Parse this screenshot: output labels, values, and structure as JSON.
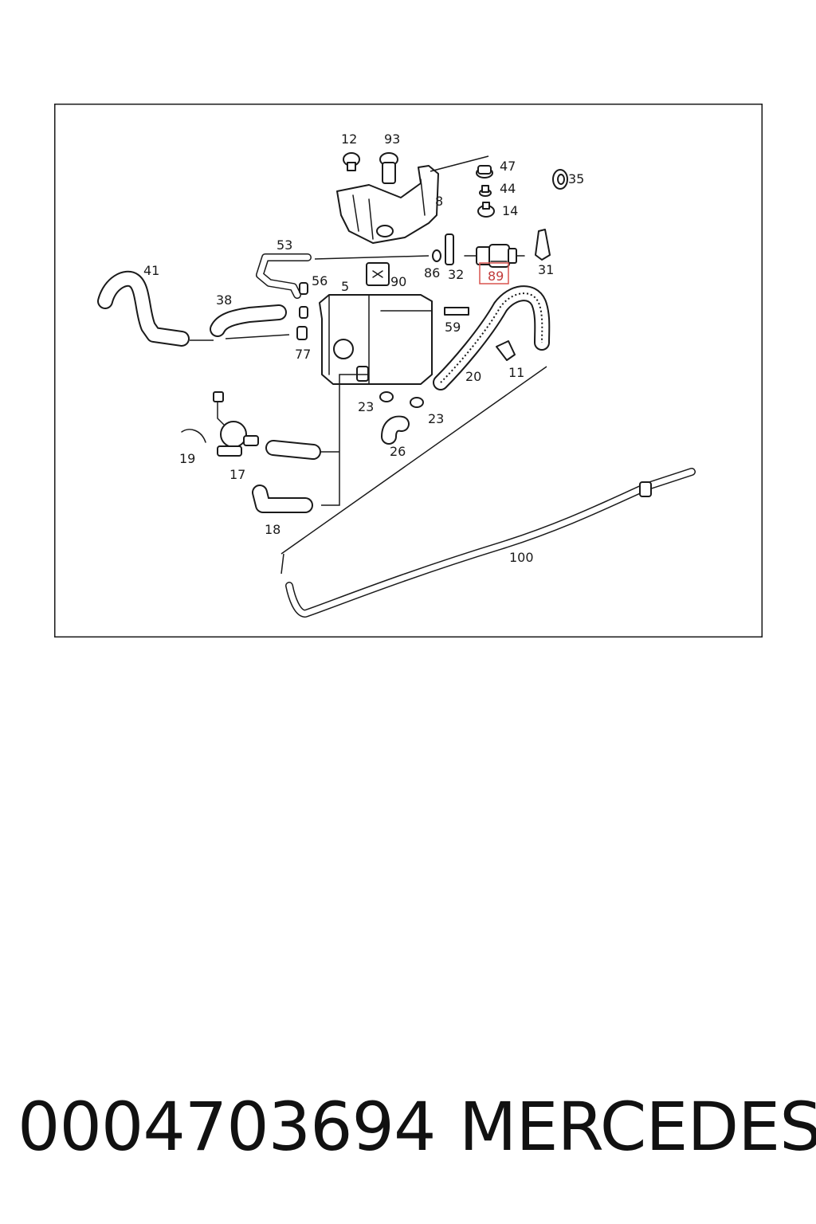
{
  "diagram": {
    "labels": {
      "l12": "12",
      "l93": "93",
      "l47": "47",
      "l44": "44",
      "l14": "14",
      "l35": "35",
      "l8": "8",
      "l53": "53",
      "l41": "41",
      "l56": "56",
      "l5": "5",
      "l90": "90",
      "l86": "86",
      "l32": "32",
      "l89": "89",
      "l31": "31",
      "l38": "38",
      "l59": "59",
      "l77": "77",
      "l20": "20",
      "l11": "11",
      "l23a": "23",
      "l23b": "23",
      "l26": "26",
      "l19": "19",
      "l17": "17",
      "l18": "18",
      "l100": "100"
    },
    "highlight_color": "#d9534f"
  },
  "footer": {
    "part_number": "0004703694",
    "brand": "MERCEDES"
  }
}
